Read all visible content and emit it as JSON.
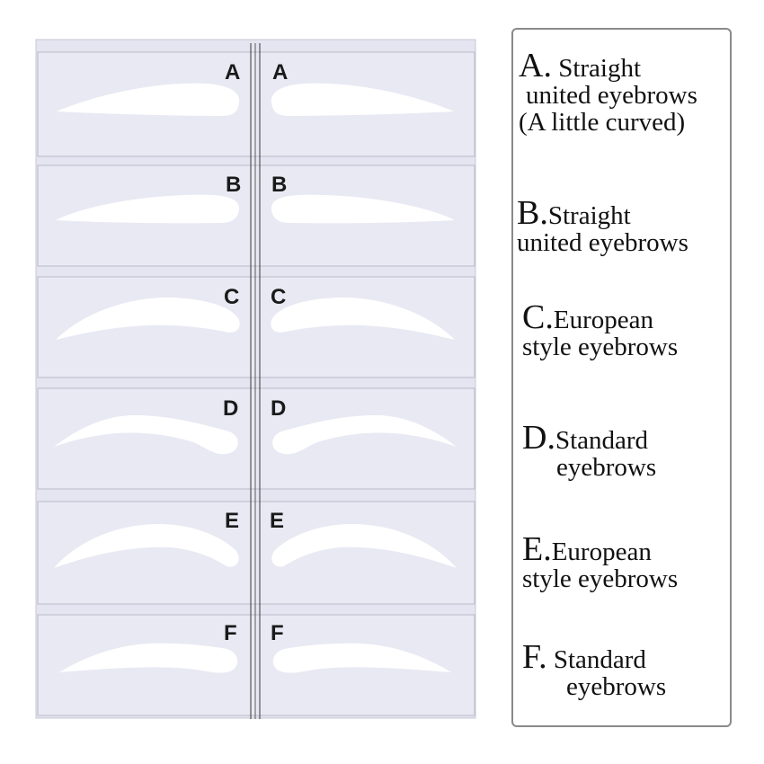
{
  "colors": {
    "card": "#e8e9f3",
    "card_edge": "#c7c8d6",
    "separator": "#3a3a3a",
    "cutout": "#ffffff",
    "letter": "#1a1a1a",
    "legend_border": "#8a8a8a"
  },
  "stencils": [
    {
      "letter": "A",
      "style": "straight-united-curved"
    },
    {
      "letter": "B",
      "style": "straight-united"
    },
    {
      "letter": "C",
      "style": "european"
    },
    {
      "letter": "D",
      "style": "standard"
    },
    {
      "letter": "E",
      "style": "european"
    },
    {
      "letter": "F",
      "style": "standard"
    }
  ],
  "legend": [
    {
      "key": "A.",
      "lines": [
        "Straight",
        "united eyebrows",
        "(A little curved)"
      ]
    },
    {
      "key": "B.",
      "lines": [
        "Straight",
        "united eyebrows"
      ]
    },
    {
      "key": "C.",
      "lines": [
        "European",
        "style eyebrows"
      ]
    },
    {
      "key": "D.",
      "lines": [
        "Standard",
        "eyebrows"
      ]
    },
    {
      "key": "E.",
      "lines": [
        "European",
        "style eyebrows"
      ]
    },
    {
      "key": "F.",
      "lines": [
        "Standard",
        "eyebrows"
      ]
    }
  ]
}
